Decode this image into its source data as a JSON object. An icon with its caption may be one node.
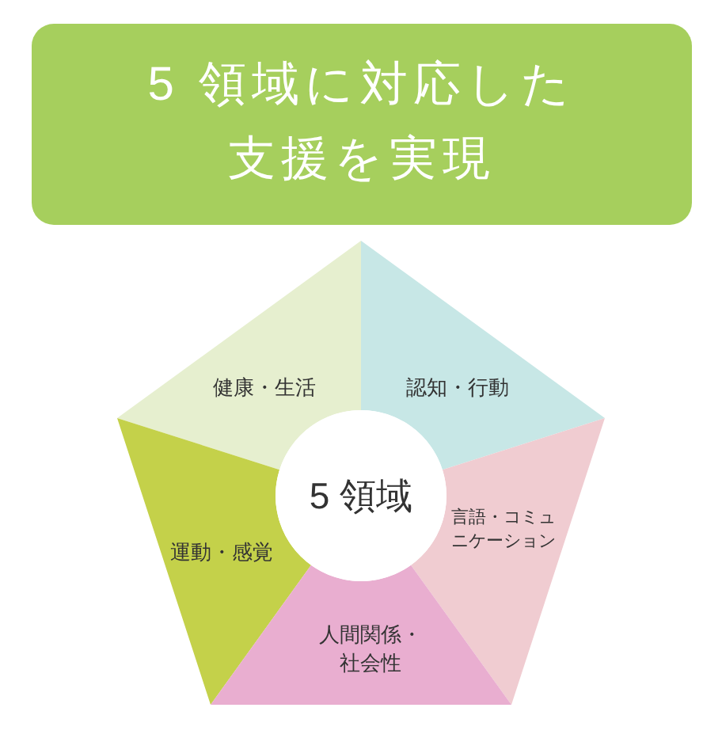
{
  "diagram": {
    "title": "5 領域に対応した支援を実現",
    "nodes": [
      {
        "text": [
          "健康・生活"
        ]
      },
      {
        "text": [
          "認知・行動"
        ]
      },
      {
        "text": [
          "5 領域"
        ]
      },
      {
        "text": [
          "運動・感覚"
        ]
      },
      {
        "text": [
          "言語・コミュニケーション"
        ]
      },
      {
        "text": [
          "人間関係・社会性"
        ]
      }
    ]
  }
}
